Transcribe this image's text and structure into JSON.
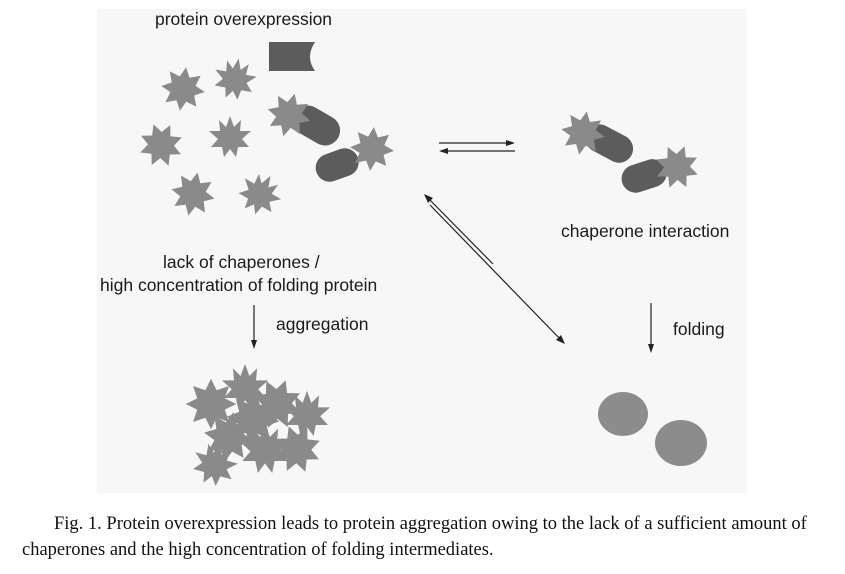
{
  "labels": {
    "overexpression": "protein overexpression",
    "chaperone_interaction": "chaperone interaction",
    "lack_line1": "lack of chaperones /",
    "lack_line2": "high concentration of folding protein",
    "aggregation": "aggregation",
    "folding": "folding"
  },
  "caption": "Fig. 1. Protein overexpression leads to protein aggregation owing to the lack of a sufficient amount of chaperones and the high concentration of folding intermediates.",
  "colors": {
    "protein": "#8a8a8a",
    "chaperone": "#5c5c5c",
    "folded": "#8c8c8c",
    "panel": "#f7f7f7",
    "arrow": "#222222"
  },
  "icons": [
    "star-protein-icon",
    "chaperone-cylinder-icon",
    "folded-protein-icon",
    "arrow-icon"
  ]
}
